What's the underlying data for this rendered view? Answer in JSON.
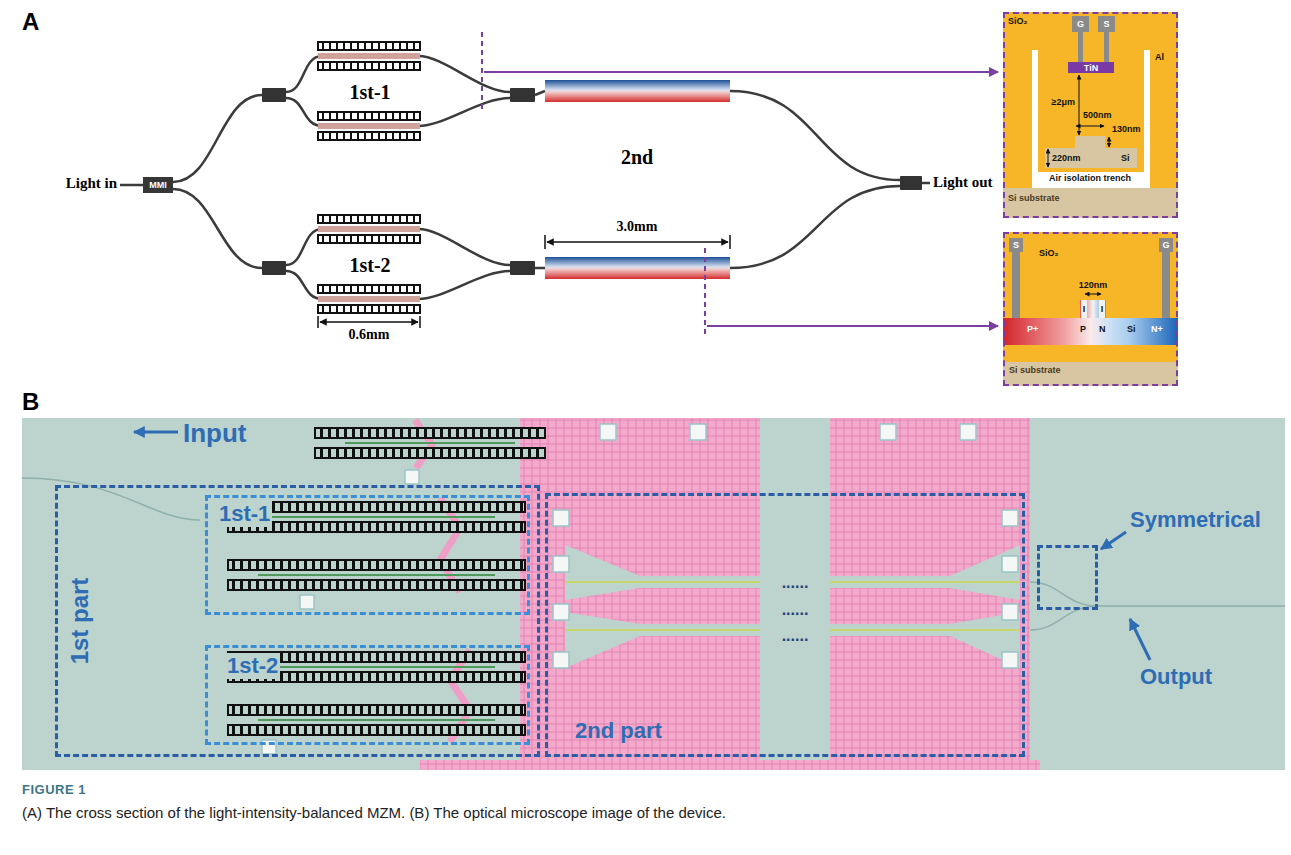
{
  "diagram": {
    "caption": "(A) The cross section of the light-intensity-balanced MZM. (B) The optical microscope image of the device.",
    "nodes": [
      {
        "text": [
          "MMI"
        ]
      },
      {
        "text": [
          "SiO₂",
          "Al",
          "≥2μm",
          "500nm",
          "130nm",
          "220nm",
          "Si",
          "Air isolation trench",
          "Si substrate"
        ]
      },
      {
        "text": [
          "G"
        ],
        "in": 1
      },
      {
        "text": [
          "S"
        ],
        "in": 1
      },
      {
        "text": [
          "TiN"
        ],
        "in": 1
      },
      {
        "text": [
          "SiO₂",
          "120nm",
          "I",
          "I",
          "P+",
          "P",
          "N",
          "Si",
          "N+",
          "Si substrate"
        ]
      },
      {
        "text": [
          "S"
        ],
        "in": 5
      },
      {
        "text": [
          "G"
        ],
        "in": 5
      },
      {
        "text": [
          "1st part"
        ]
      },
      {
        "text": [
          "1st-1"
        ],
        "in": 8
      },
      {
        "text": [
          "1st-2"
        ],
        "in": 8
      },
      {
        "text": [
          "2nd part"
        ]
      },
      {
        "text": [
          "Symmetrical"
        ]
      }
    ],
    "labels": [
      "A",
      "Light in",
      "1st-1",
      "1st-2",
      "2nd",
      "3.0mm",
      "0.6mm",
      "Light out",
      "B",
      "Input",
      "......",
      "......",
      "......",
      "Output",
      "FIGURE 1"
    ]
  }
}
